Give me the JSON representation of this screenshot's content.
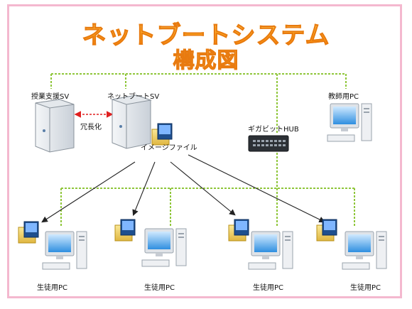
{
  "title": {
    "line1": "ネットブートシステム",
    "line2": "構成図"
  },
  "labels": {
    "server_support": "授業支援SV",
    "server_netboot": "ネットブートSV",
    "redundancy": "冗長化",
    "image_file": "イメージファイル",
    "hub": "ギガビットHUB",
    "teacher_pc": "教師用PC",
    "student_pc": "生徒用PC"
  },
  "colors": {
    "frame": "#f4b8cf",
    "network": "#8fc63a",
    "redundancy_link": "#e02020",
    "title_fill": "#ffb020"
  }
}
